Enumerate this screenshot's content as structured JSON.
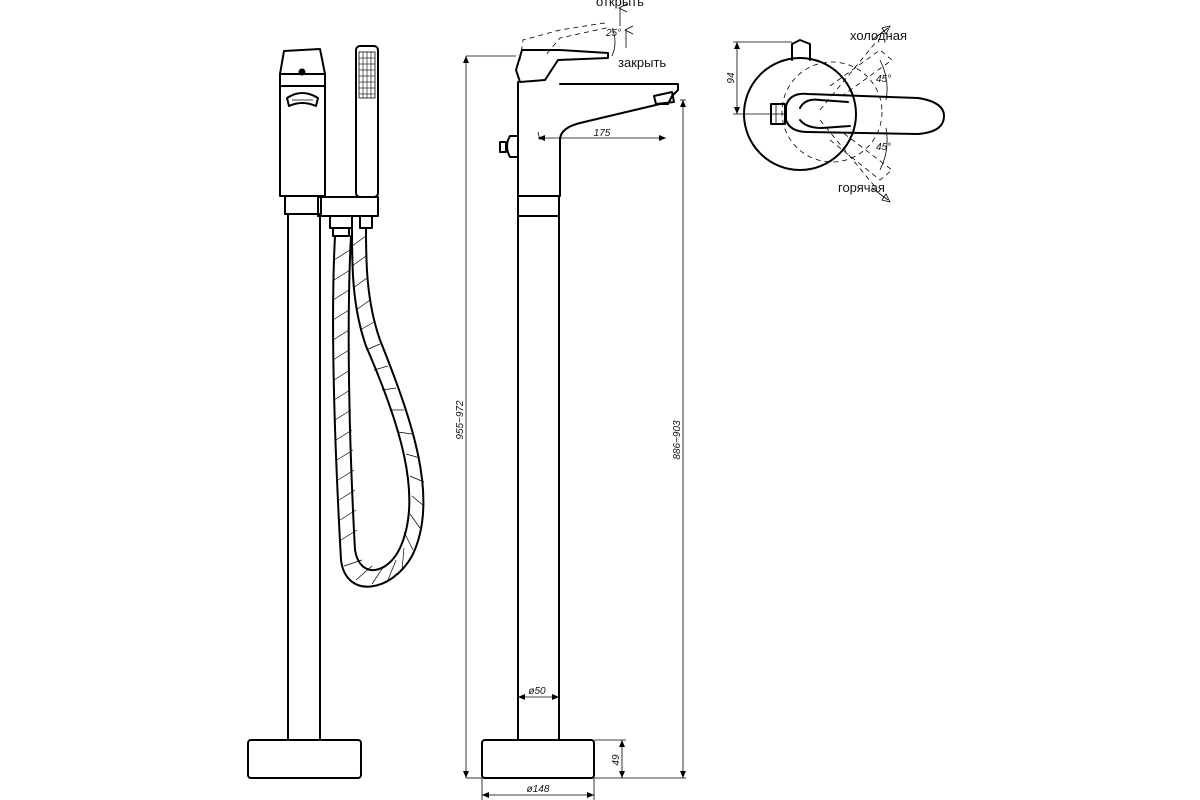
{
  "labels": {
    "open": "открыть",
    "close": "закрыть",
    "cold": "холодная",
    "hot": "горячая"
  },
  "dimensions": {
    "lever_angle": "25°",
    "spout_reach": "175",
    "total_height": "955~972",
    "spout_height": "886~903",
    "column_diameter": "ø50",
    "base_height": "49",
    "base_diameter": "ø148",
    "lever_height": "94",
    "cold_angle": "45°",
    "hot_angle": "45°"
  }
}
